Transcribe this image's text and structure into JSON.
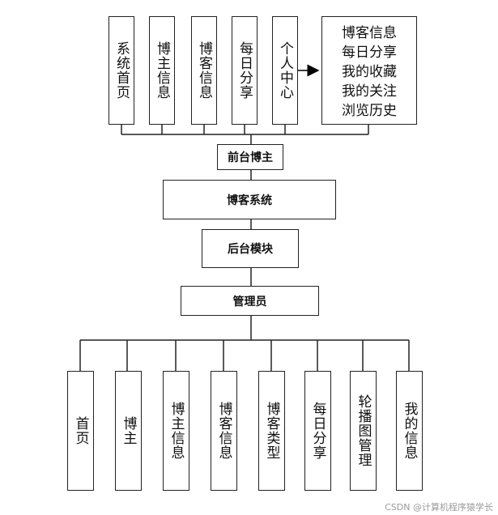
{
  "front_modules": [
    "系统首页",
    "博主信息",
    "博客信息",
    "每日分享",
    "个人中心"
  ],
  "personal_center_items": [
    "博客信息",
    "每日分享",
    "我的收藏",
    "我的关注",
    "浏览历史"
  ],
  "front_role": "前台博主",
  "system": "博客系统",
  "backend": "后台模块",
  "admin_role": "管理员",
  "admin_modules": [
    "首页",
    "博主",
    "博主信息",
    "博客信息",
    "博客类型",
    "每日分享",
    "轮播图管理",
    "我的信息"
  ],
  "watermark": "CSDN @计算机程序猿学长"
}
